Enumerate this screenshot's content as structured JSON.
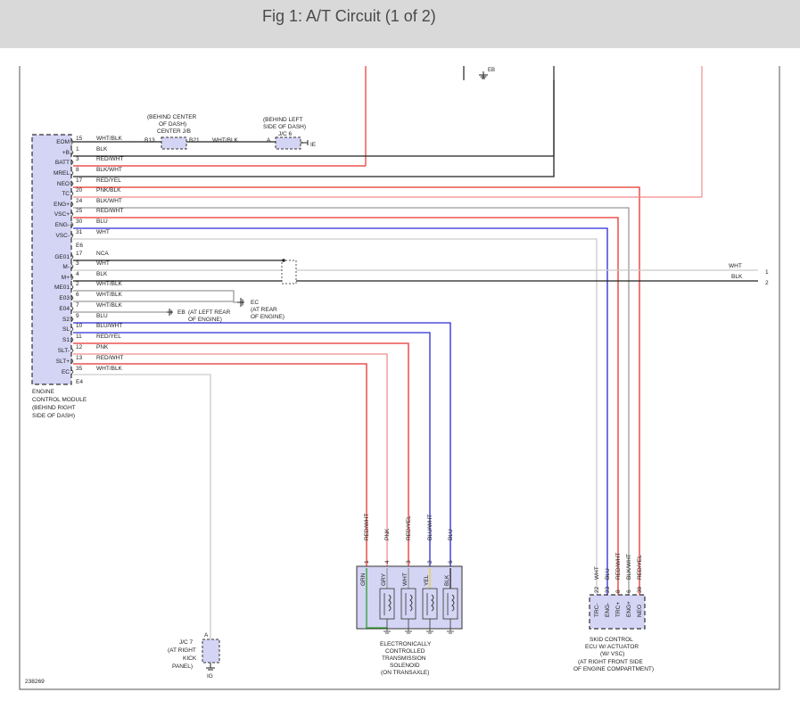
{
  "header": {
    "title": "Fig 1: A/T Circuit (1 of 2)"
  },
  "diagram_id": "238269",
  "ecm": {
    "pins": [
      {
        "name": "EOM",
        "num": "15",
        "wire": "WHT/BLK"
      },
      {
        "name": "+B",
        "num": "1",
        "wire": "BLK"
      },
      {
        "name": "BATT",
        "num": "3",
        "wire": "RED/WHT"
      },
      {
        "name": "MREL",
        "num": "8",
        "wire": "BLK/WHT"
      },
      {
        "name": "NEO",
        "num": "17",
        "wire": "RED/YEL"
      },
      {
        "name": "TC",
        "num": "20",
        "wire": "PNK/BLK"
      },
      {
        "name": "ENG+",
        "num": "24",
        "wire": "BLK/WHT"
      },
      {
        "name": "VSC+",
        "num": "25",
        "wire": "RED/WHT"
      },
      {
        "name": "ENG-",
        "num": "30",
        "wire": "BLU"
      },
      {
        "name": "VSC-",
        "num": "31",
        "wire": "WHT"
      },
      {
        "name": "GE01",
        "num": "17",
        "wire": "NCA"
      },
      {
        "name": "M-",
        "num": "3",
        "wire": "WHT"
      },
      {
        "name": "M+",
        "num": "4",
        "wire": "BLK"
      },
      {
        "name": "ME01",
        "num": "2",
        "wire": "WHT/BLK"
      },
      {
        "name": "E03",
        "num": "6",
        "wire": "WHT/BLK"
      },
      {
        "name": "E04",
        "num": "7",
        "wire": "WHT/BLK"
      },
      {
        "name": "S2",
        "num": "9",
        "wire": "BLU"
      },
      {
        "name": "SL",
        "num": "10",
        "wire": "BLU/WHT"
      },
      {
        "name": "S1",
        "num": "11",
        "wire": "RED/YEL"
      },
      {
        "name": "SLT-",
        "num": "12",
        "wire": "PNK"
      },
      {
        "name": "SLT+",
        "num": "13",
        "wire": "RED/WHT"
      },
      {
        "name": "EC",
        "num": "35",
        "wire": "WHT/BLK"
      }
    ],
    "connector_e6": "E6",
    "connector_e4": "E4",
    "label": [
      "ENGINE",
      "CONTROL MODULE",
      "(BEHIND RIGHT",
      "SIDE OF DASH)"
    ]
  },
  "center_jb": {
    "label": [
      "(BEHIND CENTER",
      "OF DASH)",
      "CENTER J/B"
    ],
    "pin_left": "B13",
    "pin_right": "B21"
  },
  "jc6": {
    "label": [
      "(BEHIND LEFT",
      "SIDE OF DASH)",
      "J/C 6"
    ],
    "pin": "A",
    "ground": "IE",
    "wire": "WHT/BLK"
  },
  "top_ground": "EB",
  "grounds": {
    "ec": {
      "name": "EC",
      "label": [
        "(AT REAR",
        "OF ENGINE)"
      ]
    },
    "eb": {
      "name": "EB",
      "label": [
        "(AT LEFT REAR",
        "OF ENGINE)"
      ]
    }
  },
  "motor_lines": [
    {
      "wire": "WHT",
      "num": "1"
    },
    {
      "wire": "BLK",
      "num": "2"
    }
  ],
  "solenoid": {
    "top_wires": [
      {
        "wire": "RED/WHT",
        "pin": "1",
        "inner": "GRN"
      },
      {
        "wire": "PNK",
        "pin": "4",
        "inner": "GRY"
      },
      {
        "wire": "RED/YEL",
        "pin": "3",
        "inner": "WHT"
      },
      {
        "wire": "BLU/WHT",
        "pin": "2",
        "inner": "YEL"
      },
      {
        "wire": "BLU",
        "pin": "6",
        "inner": "BLK"
      }
    ],
    "label": [
      "ELECTRONICALLY",
      "CONTROLLED",
      "TRANSMISSION",
      "SOLENOID",
      "(ON TRANSAXLE)"
    ]
  },
  "skid": {
    "pins": [
      {
        "name": "TRC-",
        "num": "22",
        "wire": "WHT"
      },
      {
        "name": "ENG-",
        "num": "23",
        "wire": "BLU"
      },
      {
        "name": "TRC+",
        "num": "8",
        "wire": "RED/WHT"
      },
      {
        "name": "ENG+",
        "num": "6",
        "wire": "BLK/WHT"
      },
      {
        "name": "NEO",
        "num": "39",
        "wire": "RED/YEL"
      }
    ],
    "label": [
      "SKID CONTROL",
      "ECU W/ ACTUATOR",
      "(W/ VSC)",
      "(AT RIGHT FRONT SIDE",
      "OF ENGINE COMPARTMENT)"
    ]
  },
  "jc7": {
    "label": [
      "J/C 7",
      "(AT RIGHT",
      "KICK",
      "PANEL)"
    ],
    "pin": "A",
    "ground": "IG"
  },
  "colors": {
    "red": "#e8322c",
    "pink": "#f28b8b",
    "blue": "#2a2ad6",
    "black": "#222222",
    "gray": "#9a9a9a",
    "lightgray": "#c9c9c9",
    "green": "#2aa02a",
    "yellow": "#e6d23a",
    "module_fill": "#d4d4f4"
  }
}
